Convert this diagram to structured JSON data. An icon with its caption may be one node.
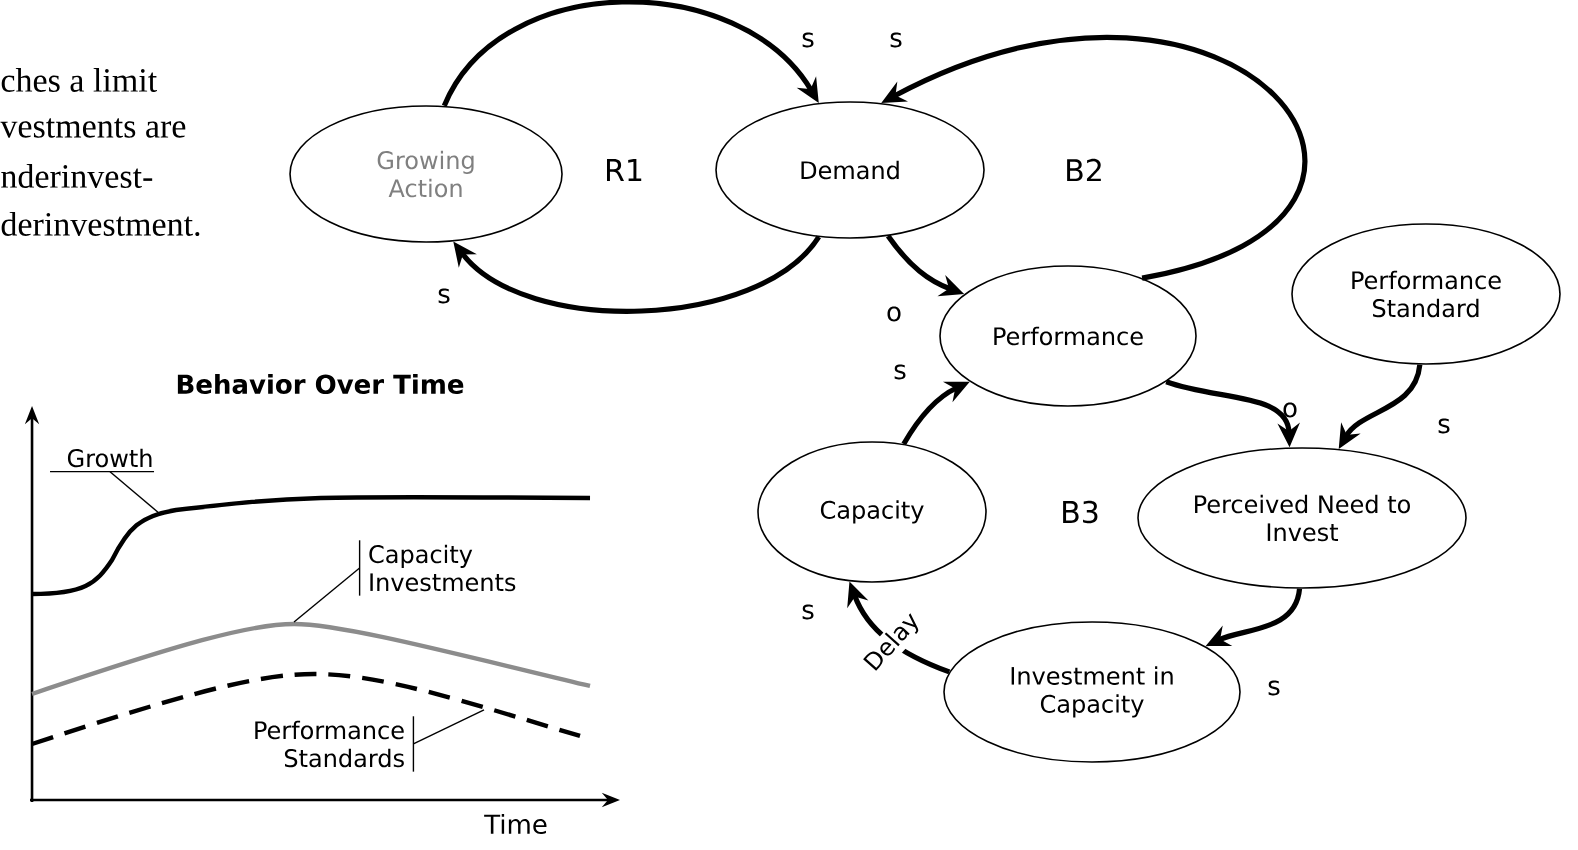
{
  "diagram": {
    "nodes": [
      {
        "text": [
          "Growing Action"
        ]
      },
      {
        "text": [
          "Demand"
        ]
      },
      {
        "text": [
          "Performance"
        ]
      },
      {
        "text": [
          "Performance Standard"
        ]
      },
      {
        "text": [
          "Capacity"
        ]
      },
      {
        "text": [
          "Perceived Need to Invest"
        ]
      },
      {
        "text": [
          "Investment in Capacity"
        ]
      },
      {
        "text": [
          "Growth"
        ]
      },
      {
        "text": [
          "Capacity Investments"
        ]
      },
      {
        "text": [
          "Performance Standards"
        ]
      }
    ],
    "edges": [
      {
        "from": 0,
        "to": 1,
        "arrow": "to",
        "label": "s"
      },
      {
        "from": 1,
        "to": 0,
        "arrow": "to",
        "label": "s"
      },
      {
        "from": 2,
        "to": 1,
        "arrow": "to",
        "label": "s"
      },
      {
        "from": 1,
        "to": 2,
        "arrow": "to",
        "label": "o"
      },
      {
        "from": 4,
        "to": 2,
        "arrow": "to",
        "label": "s"
      },
      {
        "from": 2,
        "to": 5,
        "arrow": "to",
        "label": "o"
      },
      {
        "from": 3,
        "to": 5,
        "arrow": "to",
        "label": "s"
      },
      {
        "from": 5,
        "to": 6,
        "arrow": "to",
        "label": "s"
      },
      {
        "from": 6,
        "to": 4,
        "arrow": "to",
        "label": "Delay"
      },
      {
        "from": 7,
        "to": null,
        "arrow": "none"
      },
      {
        "from": 8,
        "to": null,
        "arrow": "none"
      },
      {
        "from": 9,
        "to": null,
        "arrow": "none"
      }
    ],
    "labels": [
      "ches a limit",
      "vestments are",
      "nderinvest-",
      "derinvestment.",
      "R1",
      "B2",
      "B3",
      "s",
      "Behavior Over Time",
      "Time"
    ]
  }
}
